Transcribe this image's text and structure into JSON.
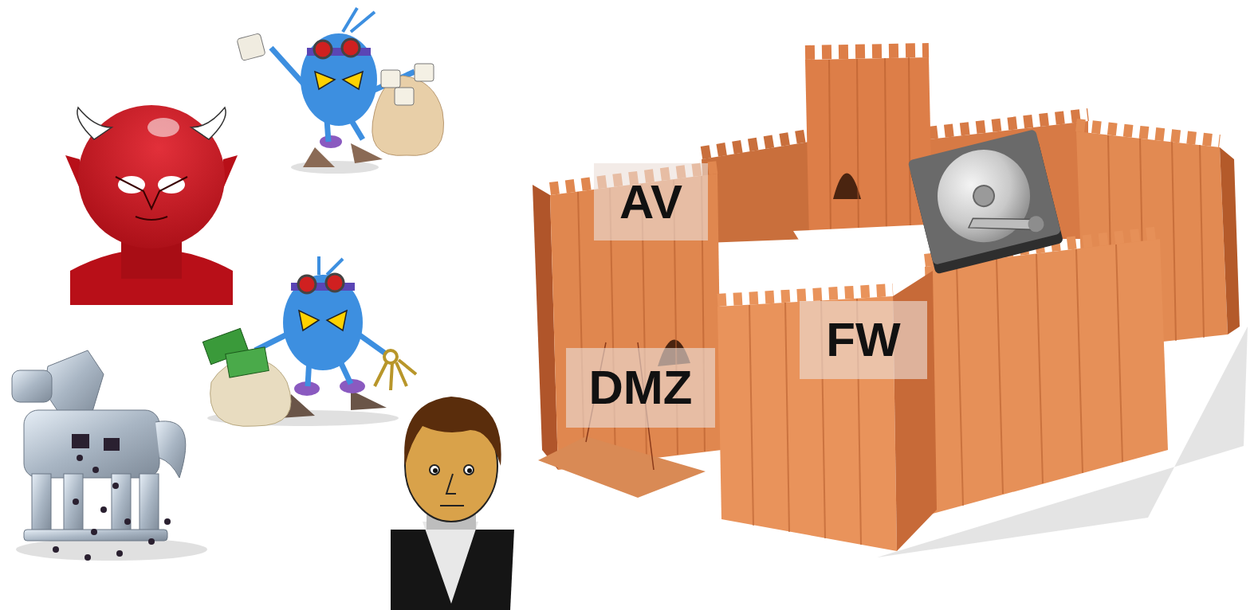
{
  "diagram": {
    "nodes": [
      {
        "text": [
          "AV"
        ]
      },
      {
        "text": [
          "DMZ"
        ]
      },
      {
        "text": [
          "FW"
        ]
      }
    ]
  }
}
